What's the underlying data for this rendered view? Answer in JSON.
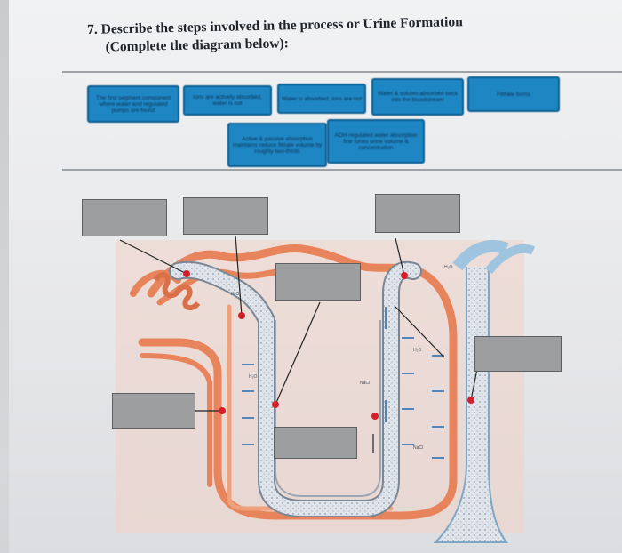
{
  "question": {
    "number": "7.",
    "line1": "Describe the steps involved in the process or Urine Formation",
    "line2": "(Complete the diagram below):"
  },
  "answer_tiles": [
    {
      "text": "The first segment component where water and regulated pumps are found"
    },
    {
      "text": "Ions are actively absorbed, water is not"
    },
    {
      "text": "Water is absorbed, ions are not"
    },
    {
      "text": "Water & solutes absorbed back into the bloodstream"
    },
    {
      "text": "Filtrate forms"
    },
    {
      "text": "Active & passive absorption maintains reduce filtrate volume by roughly two-thirds"
    },
    {
      "text": "ADH-regulated water absorption fine tunes urine volume & concentration"
    }
  ],
  "diagram_labels": {
    "h2o": "H₂O",
    "nacl": "NaCl"
  },
  "colors": {
    "tile_fill": "#1f86c4",
    "tile_border": "#0d5f91",
    "vessel": "#e8845c",
    "tubule_fill": "#d7dde4",
    "duct": "#9fc4e0",
    "marker": "#d4202a",
    "blank_box": "#9c9ea0"
  }
}
